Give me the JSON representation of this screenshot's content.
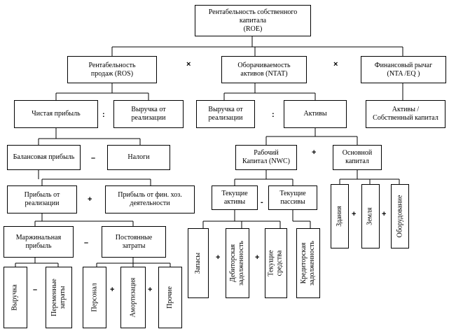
{
  "nodes": {
    "roe": "Рентабельность собственного капитала\n(ROE)",
    "ros": "Рентабельность\nпродаж (ROS)",
    "ntat": "Оборачиваемость\nактивов (NTAT)",
    "nta_eq": "Финансовый рычаг\n(NTA /EQ )",
    "net_profit": "Чистая прибыль",
    "revenue1": "Выручка от\nреализации",
    "revenue2": "Выручка от\nреализации",
    "assets": "Активы",
    "assets_equity": "Активы /\nСобственный капитал",
    "balance_profit": "Балансовая прибыль",
    "taxes": "Налоги",
    "nwc": "Рабочий\nКапитал (NWC)",
    "fixed_capital": "Основной\nкапитал",
    "sales_profit": "Прибыль от\nреализации",
    "other_profit": "Прибыль от фин. хоз.\nдеятельности",
    "current_assets": "Текущие\nактивы",
    "current_liabilities": "Текущие\nпассивы",
    "margin_profit": "Маржинальная\nприбыль",
    "fixed_costs": "Постоянные\nзатраты",
    "revenue_leaf": "Выручка",
    "variable_costs": "Переменные\nзатраты",
    "personnel": "Персонал",
    "depreciation": "Амортизация",
    "other": "Прочие",
    "inventory": "Запасы",
    "receivables": "Дебиторская\nзадолженность",
    "cash": "Текущие\nсредства",
    "payables": "Кредиторская\nзадолженность",
    "buildings": "Здания",
    "land": "Земля",
    "equipment": "Оборудование"
  },
  "operators": {
    "mul1": "×",
    "mul2": "×",
    "div1": ":",
    "div2": ":",
    "minus1": "–",
    "plus1": "+",
    "plus2": "+",
    "minus2": "–",
    "minus3": "-",
    "minus4": "–",
    "plus3": "+",
    "plus4": "+",
    "plus5": "+",
    "plus6": "+",
    "plus7": "+",
    "plus8": "+"
  }
}
